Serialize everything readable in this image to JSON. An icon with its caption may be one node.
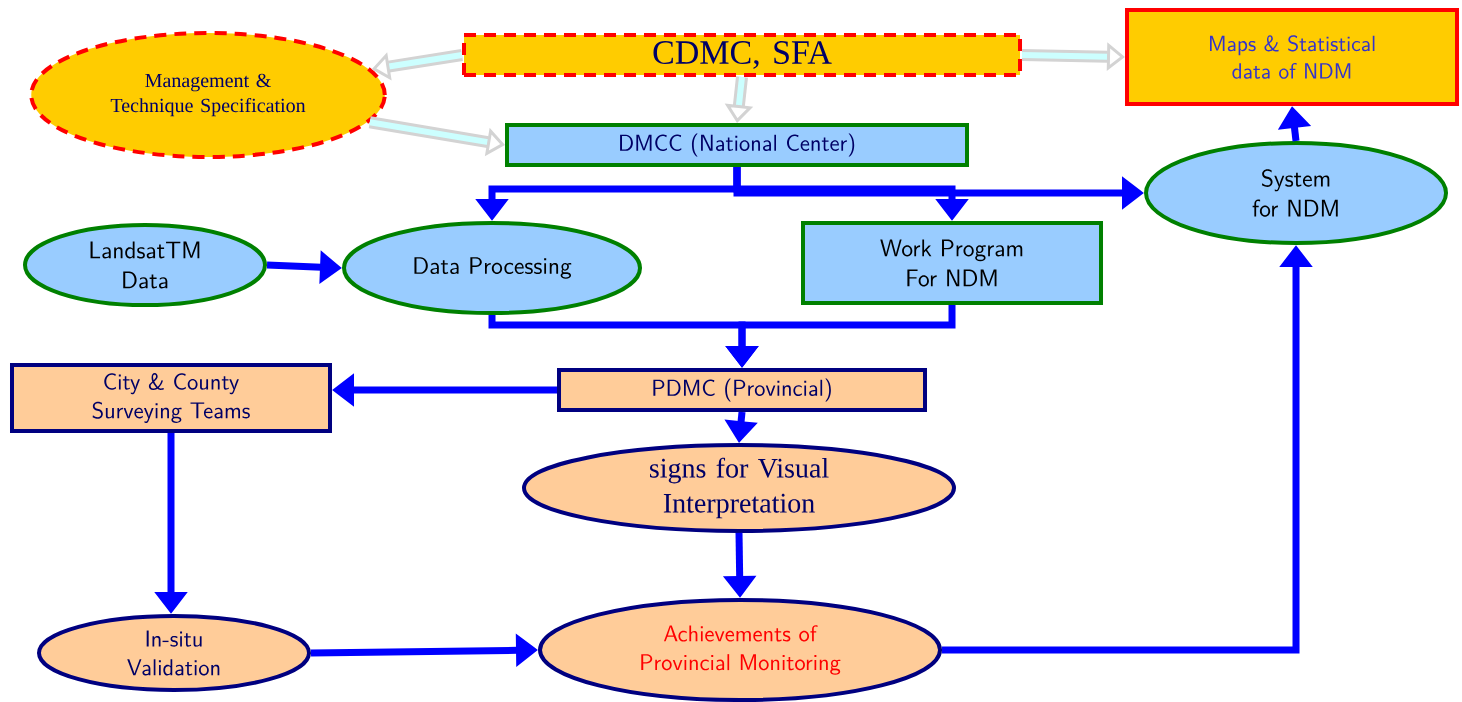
{
  "diagram": {
    "nodes": [
      {
        "text": [
          "Management & Technique Specification"
        ]
      },
      {
        "text": [
          "CDMC, SFA"
        ]
      },
      {
        "text": [
          "Maps & Statistical data of NDM"
        ]
      },
      {
        "text": [
          "DMCC (National Center)"
        ]
      },
      {
        "text": [
          "System for NDM"
        ]
      },
      {
        "text": [
          "LandsatTM Data"
        ]
      },
      {
        "text": [
          "Data Processing"
        ]
      },
      {
        "text": [
          "Work Program For NDM"
        ]
      },
      {
        "text": [
          "City & County Surveying Teams"
        ]
      },
      {
        "text": [
          "PDMC (Provincial)"
        ]
      },
      {
        "text": [
          "signs for Visual Interpretation"
        ]
      },
      {
        "text": [
          "In-situ Validation"
        ]
      },
      {
        "text": [
          "Achievements of Provincial Monitoring"
        ]
      }
    ],
    "edges": [
      {
        "from": 1,
        "to": 0,
        "arrow": "to",
        "color": "#d3d3d3"
      },
      {
        "from": 0,
        "to": 3,
        "arrow": "to",
        "color": "#d3d3d3"
      },
      {
        "from": 1,
        "to": 3,
        "arrow": "to",
        "color": "#d3d3d3"
      },
      {
        "from": 1,
        "to": 2,
        "arrow": "to",
        "color": "#d3d3d3"
      },
      {
        "from": 3,
        "to": 6,
        "arrow": "to"
      },
      {
        "from": 3,
        "to": 7,
        "arrow": "to"
      },
      {
        "from": 3,
        "to": 4,
        "arrow": "to"
      },
      {
        "from": 5,
        "to": 6,
        "arrow": "to"
      },
      {
        "from": 6,
        "to": 9,
        "arrow": "to"
      },
      {
        "from": 7,
        "to": 9,
        "arrow": "to"
      },
      {
        "from": 9,
        "to": 8,
        "arrow": "to"
      },
      {
        "from": 9,
        "to": 10,
        "arrow": "to"
      },
      {
        "from": 8,
        "to": 11,
        "arrow": "to"
      },
      {
        "from": 10,
        "to": 12,
        "arrow": "to"
      },
      {
        "from": 11,
        "to": 12,
        "arrow": "to"
      },
      {
        "from": 12,
        "to": 4,
        "arrow": "to"
      },
      {
        "from": 4,
        "to": 2,
        "arrow": "to"
      }
    ]
  }
}
